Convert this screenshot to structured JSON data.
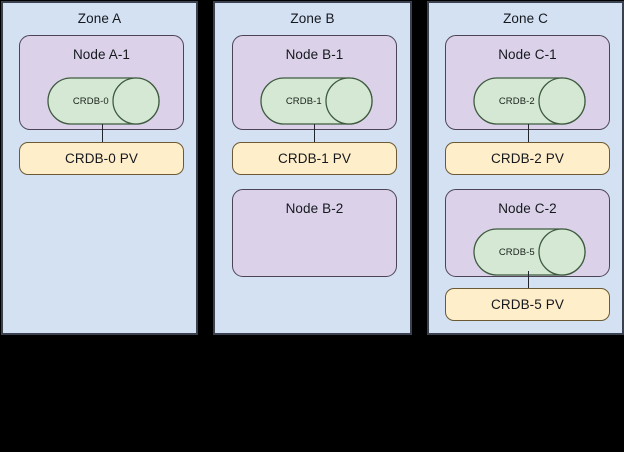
{
  "diagram": {
    "type": "infrastructure-topology",
    "background_color": "#000000",
    "palette": {
      "zone_fill": "#d3e1f3",
      "zone_border": "#3a4251",
      "node_fill": "#dbd2ea",
      "node_border": "#4c4456",
      "db_fill": "#d5e8d4",
      "db_border": "#3f5b3f",
      "pv_fill": "#ffeeca",
      "pv_border": "#6b5a33",
      "connector": "#21252c",
      "text": "#15181d"
    },
    "zones": [
      {
        "id": "zone-a",
        "label": "Zone A",
        "nodes": [
          {
            "id": "node-a-1",
            "label": "Node A-1",
            "database": {
              "id": "crdb-0",
              "label": "CRDB-0"
            }
          }
        ],
        "volumes": [
          {
            "id": "crdb-0-pv",
            "label": "CRDB-0 PV",
            "attached_to": "CRDB-0"
          }
        ]
      },
      {
        "id": "zone-b",
        "label": "Zone B",
        "nodes": [
          {
            "id": "node-b-1",
            "label": "Node B-1",
            "database": {
              "id": "crdb-1",
              "label": "CRDB-1"
            }
          },
          {
            "id": "node-b-2",
            "label": "Node B-2",
            "database": null
          }
        ],
        "volumes": [
          {
            "id": "crdb-1-pv",
            "label": "CRDB-1 PV",
            "attached_to": "CRDB-1"
          }
        ]
      },
      {
        "id": "zone-c",
        "label": "Zone C",
        "nodes": [
          {
            "id": "node-c-1",
            "label": "Node C-1",
            "database": {
              "id": "crdb-2",
              "label": "CRDB-2"
            }
          },
          {
            "id": "node-c-2",
            "label": "Node C-2",
            "database": {
              "id": "crdb-5",
              "label": "CRDB-5"
            }
          }
        ],
        "volumes": [
          {
            "id": "crdb-2-pv",
            "label": "CRDB-2 PV",
            "attached_to": "CRDB-2"
          },
          {
            "id": "crdb-5-pv",
            "label": "CRDB-5 PV",
            "attached_to": "CRDB-5"
          }
        ]
      }
    ]
  }
}
